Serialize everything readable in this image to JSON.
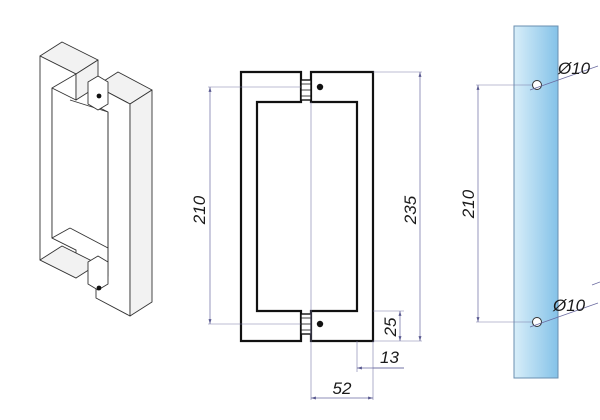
{
  "front_view": {
    "dim_height_outer": "235",
    "dim_height_inner": "210",
    "dim_bar_depth": "25",
    "dim_bar_width": "13",
    "dim_overall_width": "52"
  },
  "glass_view": {
    "dim_hole_spacing": "210",
    "dim_hole_top": "Ø10",
    "dim_hole_bottom": "Ø10"
  },
  "colors": {
    "glass_fill_light": "#d6ecf8",
    "glass_fill_dark": "#7ebde6",
    "dimension_line": "#6a6aa0",
    "outline": "#111111"
  }
}
